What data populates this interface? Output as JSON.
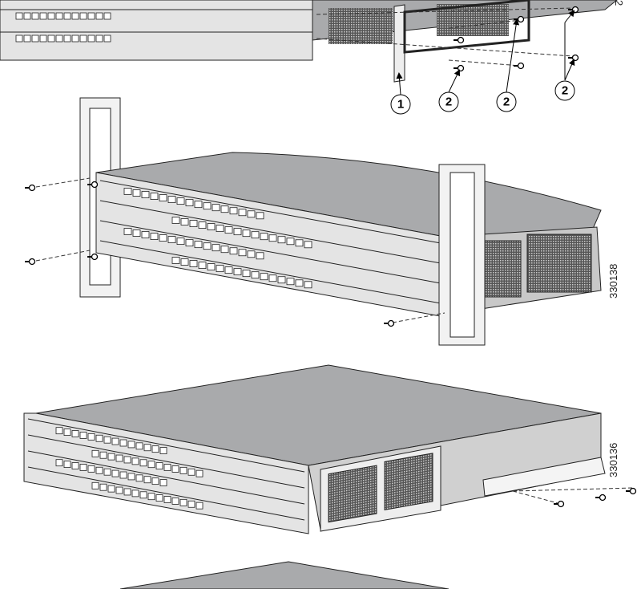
{
  "panel_1": {
    "callouts": [
      "1",
      "2",
      "2",
      "2"
    ],
    "figure_id_partial": "2"
  },
  "panel_2": {
    "figure_id": "330138"
  },
  "panel_3": {
    "figure_id": "330136"
  },
  "colors": {
    "chassis_top": "#a9aaac",
    "chassis_front": "#e4e4e4",
    "vent": "#3a3a3a",
    "rail": "#f2f2f2",
    "outline": "#222222"
  }
}
